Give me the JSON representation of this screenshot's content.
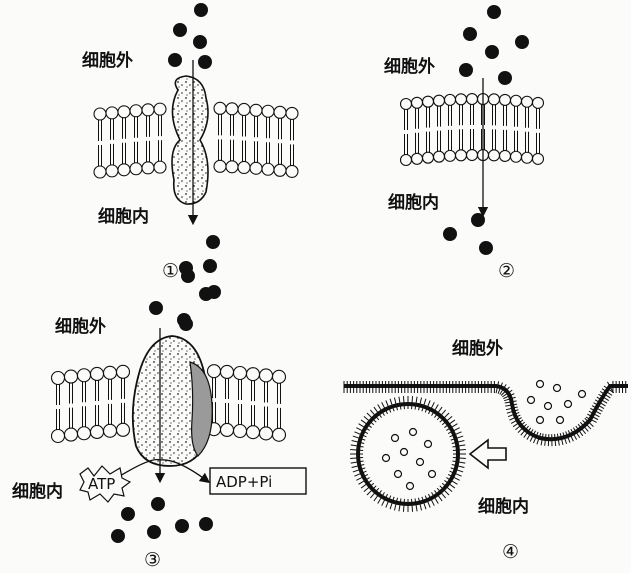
{
  "labels": {
    "outside": "细胞外",
    "inside": "细胞内",
    "atp": "ATP",
    "adp_pi": "ADP+Pi"
  },
  "panels": [
    {
      "number": "①"
    },
    {
      "number": "②"
    },
    {
      "number": "③"
    },
    {
      "number": "④"
    }
  ],
  "colors": {
    "ink": "#111111",
    "background": "#fbfbfa",
    "carrier_shade": "#9a9a9a"
  }
}
